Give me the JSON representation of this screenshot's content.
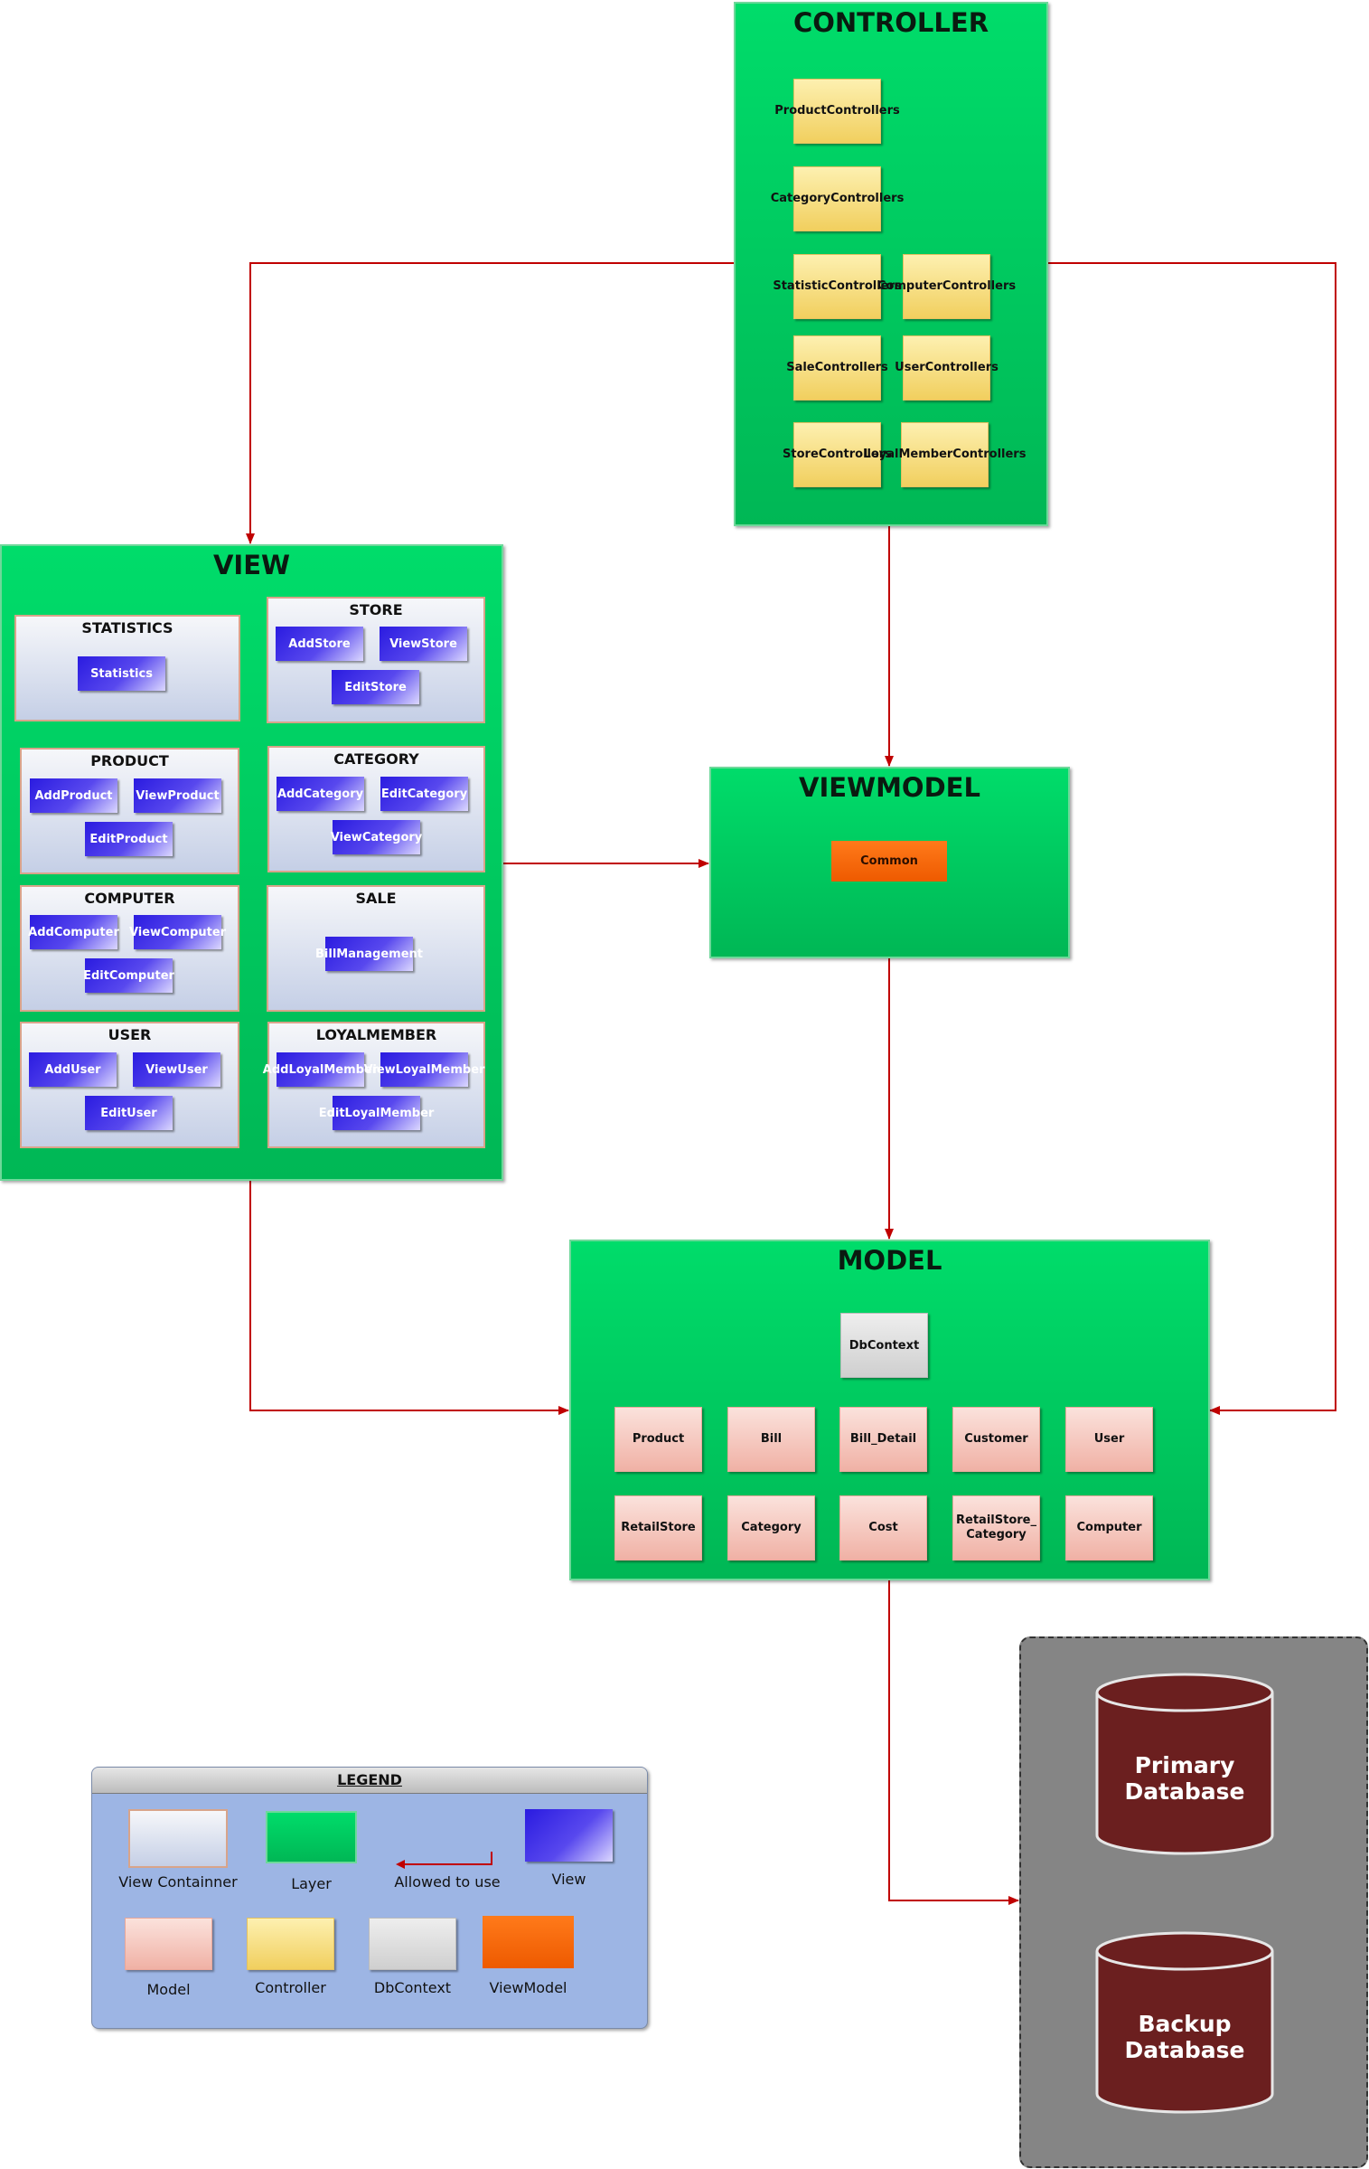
{
  "layers": {
    "controller": "CONTROLLER",
    "view": "VIEW",
    "viewmodel": "VIEWMODEL",
    "model": "MODEL"
  },
  "controllers": [
    "ProductControllers",
    "CategoryControllers",
    "StatisticControllers",
    "ComputerControllers",
    "SaleControllers",
    "UserControllers",
    "StoreControllers",
    "LoyalMemberControllers"
  ],
  "view_containers": {
    "statistics": {
      "title": "STATISTICS",
      "views": [
        "Statistics"
      ]
    },
    "store": {
      "title": "STORE",
      "views": [
        "AddStore",
        "ViewStore",
        "EditStore"
      ]
    },
    "product": {
      "title": "PRODUCT",
      "views": [
        "AddProduct",
        "ViewProduct",
        "EditProduct"
      ]
    },
    "category": {
      "title": "CATEGORY",
      "views": [
        "AddCategory",
        "EditCategory",
        "ViewCategory"
      ]
    },
    "computer": {
      "title": "COMPUTER",
      "views": [
        "AddComputer",
        "ViewComputer",
        "EditComputer"
      ]
    },
    "sale": {
      "title": "SALE",
      "views": [
        "BillManagement"
      ]
    },
    "user": {
      "title": "USER",
      "views": [
        "AddUser",
        "ViewUser",
        "EditUser"
      ]
    },
    "loyalmember": {
      "title": "LOYALMEMBER",
      "views": [
        "AddLoyalMember",
        "ViewLoyalMember",
        "EditLoyalMember"
      ]
    }
  },
  "viewmodel_items": [
    "Common"
  ],
  "dbcontext": "DbContext",
  "models": [
    "Product",
    "Bill",
    "Bill_Detail",
    "Customer",
    "User",
    "RetailStore",
    "Category",
    "Cost",
    "RetailStore_ Category",
    "Computer"
  ],
  "databases": {
    "primary": "Primary Database",
    "backup": "Backup Database"
  },
  "legend": {
    "title": "LEGEND",
    "items": {
      "view_container": "View Containner",
      "layer": "Layer",
      "allowed": "Allowed to use",
      "view": "View",
      "model": "Model",
      "controller": "Controller",
      "dbcontext": "DbContext",
      "viewmodel": "ViewModel"
    }
  },
  "colors": {
    "layer": "#00c95f",
    "arrow": "#c00000",
    "view": "#3a2be6",
    "controller": "#f4d46e",
    "model": "#f3bcb1",
    "dbcontext": "#dddddd",
    "viewmodel": "#f46411",
    "database": "#6b1f1f",
    "database_panel": "#858585",
    "legend": "#9db5e4"
  }
}
